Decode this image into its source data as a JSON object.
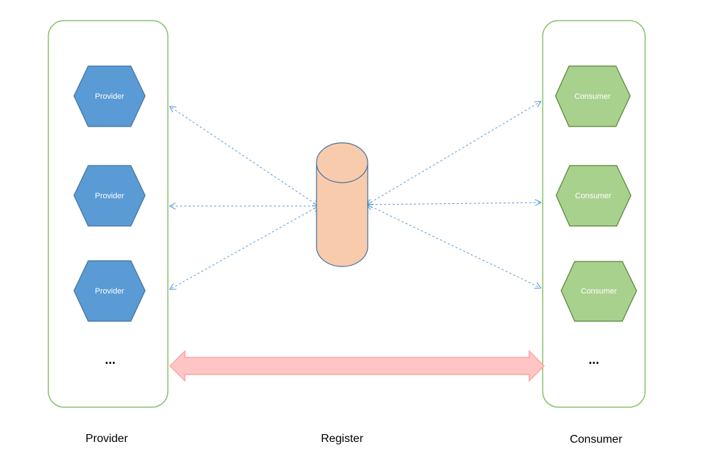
{
  "colors": {
    "container_stroke": "#8ac26b",
    "provider_fill": "#5b9bd5",
    "provider_stroke": "#41719c",
    "consumer_fill": "#a9d18e",
    "consumer_stroke": "#548235",
    "register_fill": "#f8cbad",
    "register_stroke": "#41719c",
    "dashed_arrow": "#5b9bd5",
    "big_arrow_fill": "#ffc5c5",
    "big_arrow_stroke": "#ff9999"
  },
  "providers": [
    {
      "label": "Provider"
    },
    {
      "label": "Provider"
    },
    {
      "label": "Provider"
    }
  ],
  "consumers": [
    {
      "label": "Consumer"
    },
    {
      "label": "Consumer"
    },
    {
      "label": "Consumer"
    }
  ],
  "provider_more": "...",
  "consumer_more": "...",
  "labels": {
    "provider": "Provider",
    "register": "Register",
    "consumer": "Consumer"
  }
}
